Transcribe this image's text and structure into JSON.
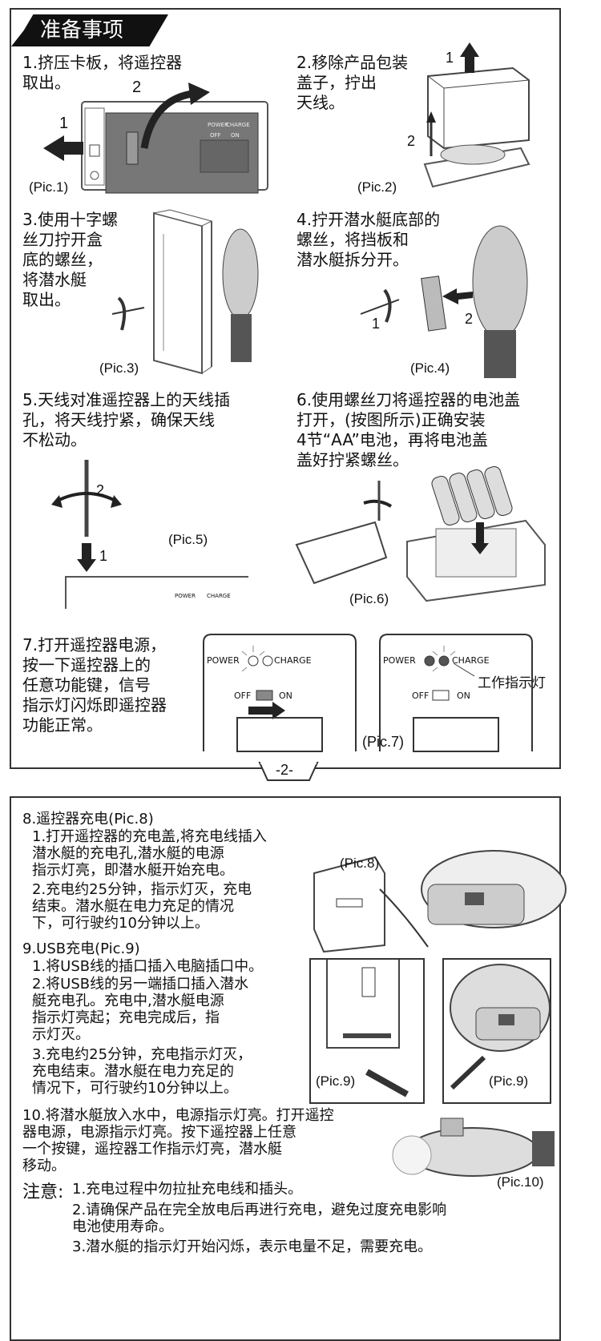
{
  "section_title": "准备事项",
  "steps": {
    "s1": "1.挤压卡板，将遥控器\n  取出。",
    "s2": "2.移除产品包装\n  盖子，拧出\n  天线。",
    "s3": "3.使用十字螺\n  丝刀拧开盒\n  底的螺丝，\n  将潜水艇\n  取出。",
    "s4": "4.拧开潜水艇底部的\n  螺丝，将挡板和\n  潜水艇拆分开。",
    "s5": "5.天线对准遥控器上的天线插\n  孔，将天线拧紧，确保天线\n  不松动。",
    "s6": "6.使用螺丝刀将遥控器的电池盖\n  打开，(按图所示)正确安装\n  4节“AA”电池，再将电池盖\n  盖好拧紧螺丝。",
    "s7": "7.打开遥控器电源，\n  按一下遥控器上的\n  任意功能键，信号\n  指示灯闪烁即遥控器\n  功能正常。"
  },
  "pics": {
    "p1": "(Pic.1)",
    "p2": "(Pic.2)",
    "p3": "(Pic.3)",
    "p4": "(Pic.4)",
    "p5": "(Pic.5)",
    "p6": "(Pic.6)",
    "p7": "(Pic.7)",
    "p8": "(Pic.8)",
    "p9a": "(Pic.9)",
    "p9b": "(Pic.9)",
    "p10": "(Pic.10)"
  },
  "arrow_nums": {
    "n1": "1",
    "n2": "2",
    "n3": "1",
    "n4": "2",
    "n5": "1",
    "n6": "2",
    "n7": "2",
    "n8": "1"
  },
  "remote_labels": {
    "power": "POWER",
    "charge": "CHARGE",
    "off": "OFF",
    "on": "ON",
    "power_small": "POWER",
    "charge_small": "CHARGE",
    "off_small": "OFF",
    "on_small": "ON",
    "power_b": "POWER",
    "charge_b": "CHARGE",
    "off_b": "OFF",
    "on_b": "ON",
    "power_c": "POWER",
    "charge_c": "CHARGE",
    "work_light": "工作指示灯"
  },
  "page_number": "-2-",
  "section8": {
    "heading": "8.遥控器充电(Pic.8)",
    "item1": "1.打开遥控器的充电盖,将充电线插入\n  潜水艇的充电孔,潜水艇的电源\n  指示灯亮，即潜水艇开始充电。",
    "item2": "2.充电约25分钟，指示灯灭，充电\n  结束。潜水艇在电力充足的情况\n  下，可行驶约10分钟以上。"
  },
  "section9": {
    "heading": "9.USB充电(Pic.9)",
    "item1": "1.将USB线的插口插入电脑插口中。",
    "item2": "2.将USB线的另一端插口插入潜水\n  艇充电孔。充电中,潜水艇电源\n  指示灯亮起；充电完成后，指\n  示灯灭。",
    "item3": "3.充电约25分钟，充电指示灯灭，\n  充电结束。潜水艇在电力充足的\n  情况下，可行驶约10分钟以上。"
  },
  "section10": {
    "text": "10.将潜水艇放入水中，电源指示灯亮。打开遥控\n   器电源，电源指示灯亮。按下遥控器上任意\n   一个按键，遥控器工作指示灯亮，潜水艇\n   移动。"
  },
  "notes": {
    "label": "注意:",
    "n1": "1.充电过程中勿拉扯充电线和插头。",
    "n2": "2.请确保产品在完全放电后再进行充电，避免过度充电影响\n  电池使用寿命。",
    "n3": "3.潜水艇的指示灯开始闪烁，表示电量不足，需要充电。"
  }
}
